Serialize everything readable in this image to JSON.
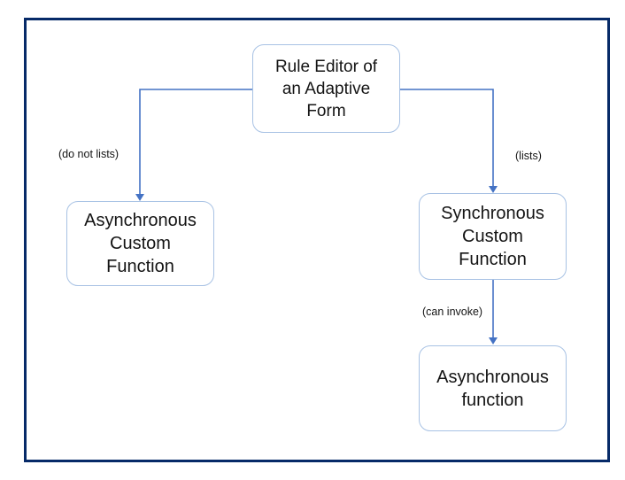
{
  "colors": {
    "frame_border": "#062a68",
    "connector": "#4472c4",
    "node_border": "#a8c2e4",
    "node_fill": "#ffffff",
    "text": "#141414"
  },
  "nodes": {
    "rule_editor": {
      "label": "Rule Editor of\nan Adaptive\nForm"
    },
    "async_custom": {
      "label": "Asynchronous\nCustom\nFunction"
    },
    "sync_custom": {
      "label": "Synchronous\nCustom\nFunction"
    },
    "async_function": {
      "label": "Asynchronous\nfunction"
    }
  },
  "edges": [
    {
      "from": "rule_editor",
      "to": "async_custom",
      "label": "(do not lists)"
    },
    {
      "from": "rule_editor",
      "to": "sync_custom",
      "label": "(lists)"
    },
    {
      "from": "sync_custom",
      "to": "async_function",
      "label": "(can invoke)"
    }
  ]
}
